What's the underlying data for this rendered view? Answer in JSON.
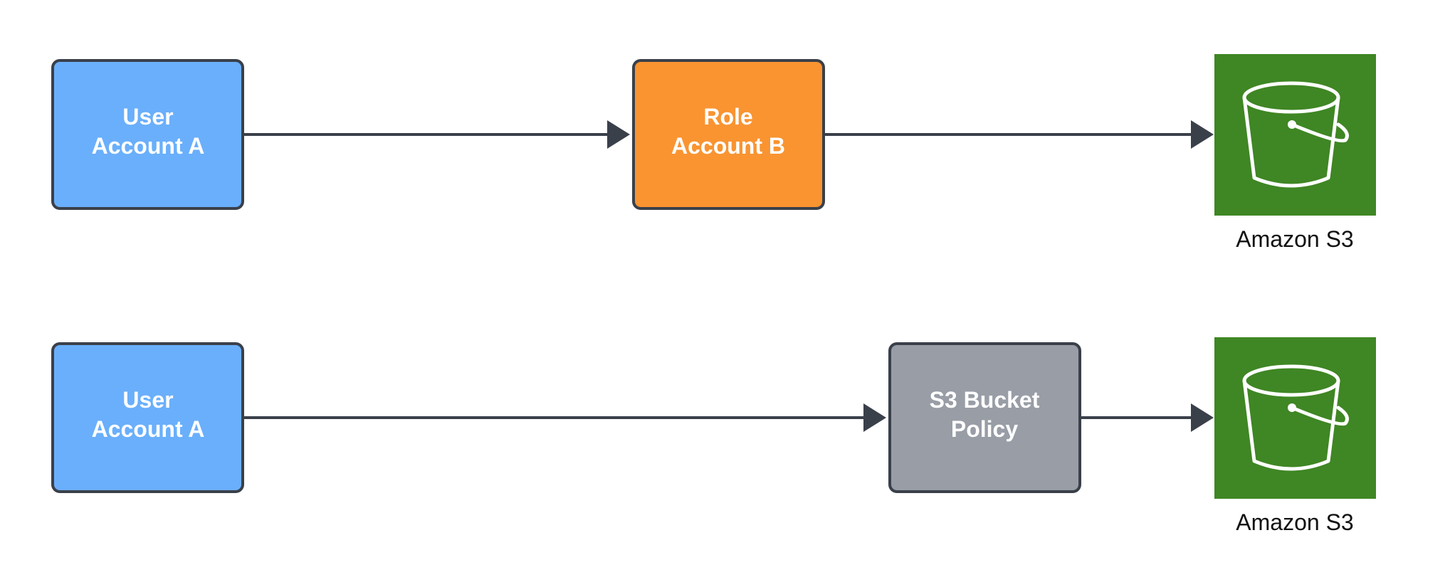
{
  "colors": {
    "user": "#6aaffb",
    "role": "#f99431",
    "policy": "#989da6",
    "s3": "#3f8624",
    "stroke": "#3a404a",
    "arrow": "#3a404a",
    "icon": "#ffffff"
  },
  "row1": {
    "user": {
      "line1": "User",
      "line2": "Account A"
    },
    "role": {
      "line1": "Role",
      "line2": "Account B"
    },
    "s3": {
      "icon": "bucket-icon",
      "caption": "Amazon S3"
    }
  },
  "row2": {
    "user": {
      "line1": "User",
      "line2": "Account A"
    },
    "policy": {
      "line1": "S3 Bucket",
      "line2": "Policy"
    },
    "s3": {
      "icon": "bucket-icon",
      "caption": "Amazon S3"
    }
  }
}
